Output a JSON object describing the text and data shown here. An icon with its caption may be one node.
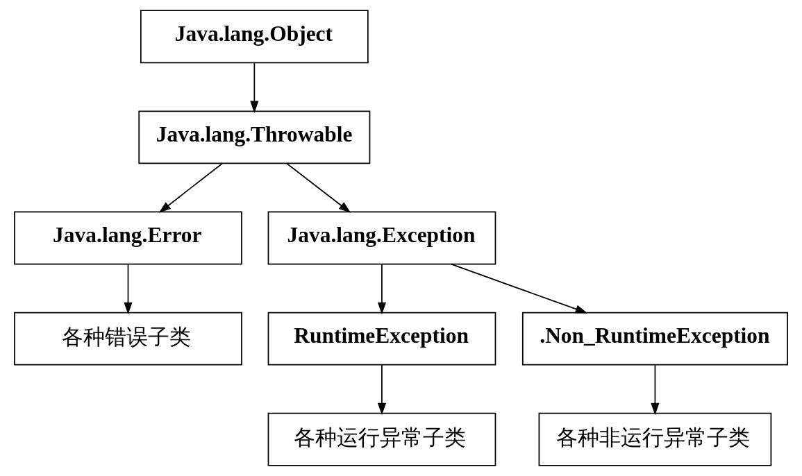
{
  "diagram": {
    "nodes": [
      {
        "text": [
          "Java.lang.Object"
        ]
      },
      {
        "text": [
          "Java.lang.Throwable"
        ]
      },
      {
        "text": [
          "Java.lang.Error"
        ]
      },
      {
        "text": [
          "Java.lang.Exception"
        ]
      },
      {
        "text": [
          "各种错误子类"
        ]
      },
      {
        "text": [
          "RuntimeException"
        ]
      },
      {
        "text": [
          ".Non_RuntimeException"
        ]
      },
      {
        "text": [
          "各种运行异常子类"
        ]
      },
      {
        "text": [
          "各种非运行异常子类"
        ]
      }
    ],
    "edges": [
      {
        "from": 0,
        "to": 1,
        "arrow": "to"
      },
      {
        "from": 1,
        "to": 2,
        "arrow": "to"
      },
      {
        "from": 1,
        "to": 3,
        "arrow": "to"
      },
      {
        "from": 2,
        "to": 4,
        "arrow": "to"
      },
      {
        "from": 3,
        "to": 5,
        "arrow": "to"
      },
      {
        "from": 3,
        "to": 6,
        "arrow": "to"
      },
      {
        "from": 5,
        "to": 7,
        "arrow": "to"
      },
      {
        "from": 6,
        "to": 8,
        "arrow": "to"
      }
    ]
  }
}
